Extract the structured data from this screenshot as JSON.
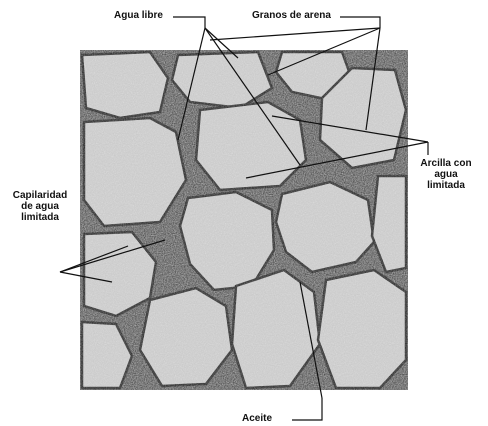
{
  "labels": {
    "free_water": "Agua libre",
    "sand_grains": "Granos de arena",
    "capillary_line1": "Capilaridad",
    "capillary_line2": "de agua",
    "capillary_line3": "limitada",
    "clay_line1": "Arcilla con",
    "clay_line2": "agua",
    "clay_line3": "limitada",
    "oil": "Aceite"
  },
  "colors": {
    "grain_fill": "#c9c9c9",
    "grain_stroke": "#2a2a2a",
    "pore_dark": "#1f1f1f",
    "clay_tone": "#6d6d6d",
    "text": "#111111"
  }
}
